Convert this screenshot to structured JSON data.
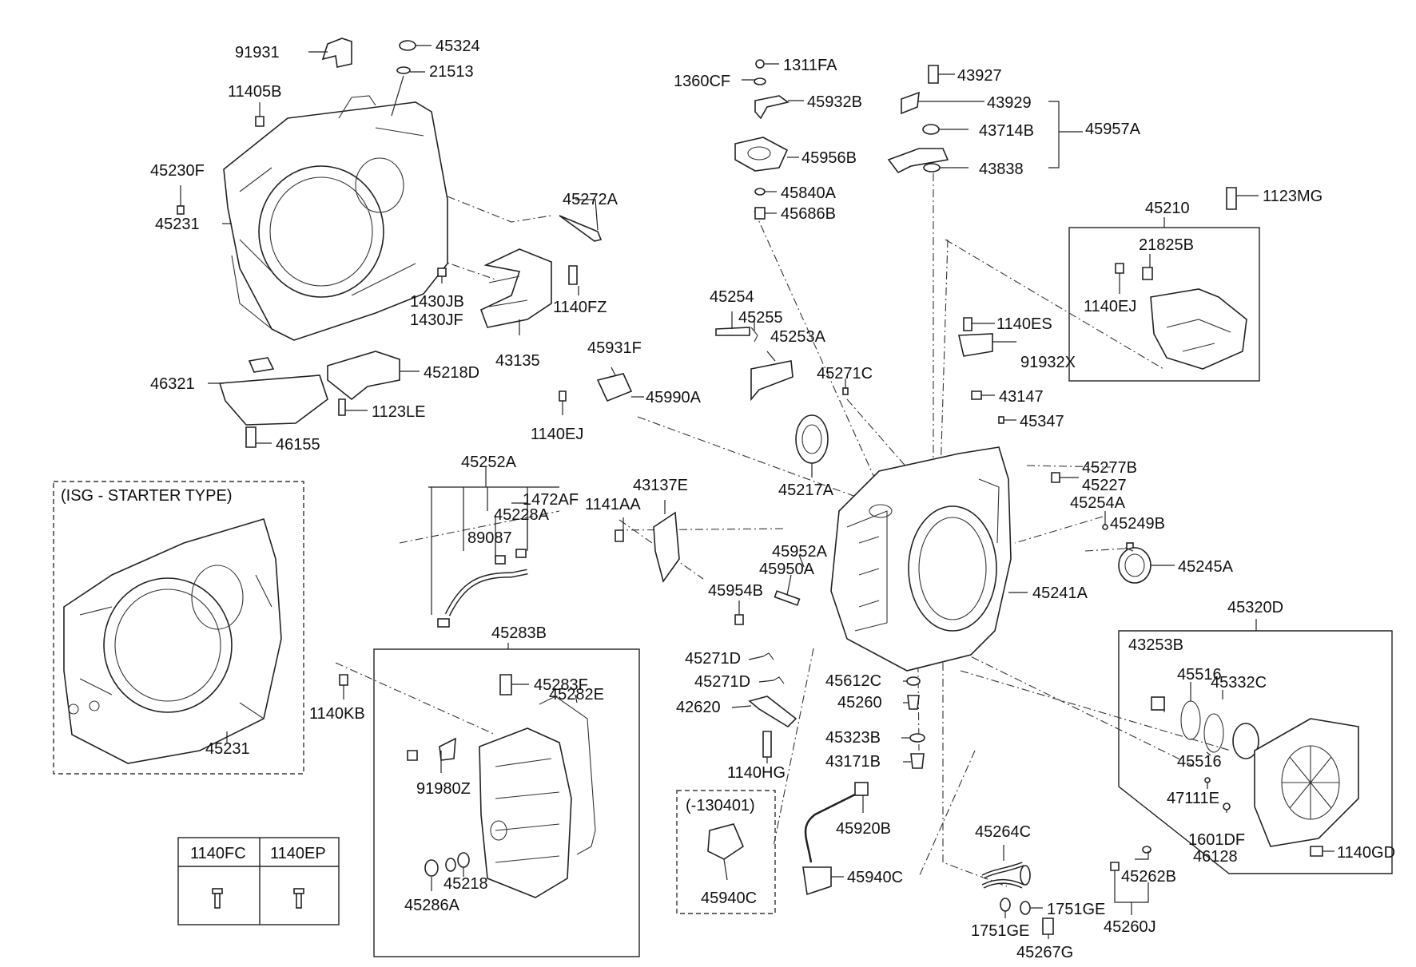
{
  "labels": {
    "L91931": "91931",
    "L45324": "45324",
    "L21513": "21513",
    "L11405B": "11405B",
    "L45230F": "45230F",
    "L45231a": "45231",
    "L45272A": "45272A",
    "L1430JB": "1430JB",
    "L1430JF": "1430JF",
    "L1140FZ": "1140FZ",
    "L43135": "43135",
    "L46321": "46321",
    "L45218D": "45218D",
    "L1123LE": "1123LE",
    "L46155": "46155",
    "L1311FA": "1311FA",
    "L1360CF": "1360CF",
    "L45932B": "45932B",
    "L45956B": "45956B",
    "L45840A": "45840A",
    "L45686B": "45686B",
    "L43927": "43927",
    "L43929": "43929",
    "L43714B": "43714B",
    "L45957A": "45957A",
    "L43838": "43838",
    "L45210": "45210",
    "L1123MG": "1123MG",
    "L21825B": "21825B",
    "L1140EJa": "1140EJ",
    "L45254": "45254",
    "L45255": "45255",
    "L45253A": "45253A",
    "L1140ES": "1140ES",
    "L91932X": "91932X",
    "L45931F": "45931F",
    "L45990A": "45990A",
    "L1140EJb": "1140EJ",
    "L45271C": "45271C",
    "L43147": "43147",
    "L45347": "45347",
    "L45217A": "45217A",
    "L45252A": "45252A",
    "L1472AF": "1472AF",
    "L45228A": "45228A",
    "L89087": "89087",
    "L1141AA": "1141AA",
    "L43137E": "43137E",
    "L45277B": "45277B",
    "L45227": "45227",
    "L45254A": "45254A",
    "L45249B": "45249B",
    "L45245A": "45245A",
    "L45952A": "45952A",
    "L45950A": "45950A",
    "L45954B": "45954B",
    "L45241A": "45241A",
    "L45320D": "45320D",
    "L45283B": "45283B",
    "L45283F": "45283F",
    "L45282E": "45282E",
    "L1140KB": "1140KB",
    "L91980Z": "91980Z",
    "L45218": "45218",
    "L45286A": "45286A",
    "L45271Da": "45271D",
    "L45271Db": "45271D",
    "L42620": "42620",
    "L1140HG": "1140HG",
    "L45612C": "45612C",
    "L45260": "45260",
    "L45323B": "45323B",
    "L43171B": "43171B",
    "L43253B": "43253B",
    "L45516a": "45516",
    "L45332C": "45332C",
    "L45516b": "45516",
    "L47111E": "47111E",
    "L1601DF": "1601DF",
    "L46128": "46128",
    "L1140GD": "1140GD",
    "L130401": "(-130401)",
    "L45940Ca": "45940C",
    "L45920B": "45920B",
    "L45940C": "45940C",
    "L45264C": "45264C",
    "L1751GEa": "1751GE",
    "L1751GEb": "1751GE",
    "L45267G": "45267G",
    "L45262B": "45262B",
    "L45260J": "45260J",
    "L45231b": "45231",
    "LISG": "(ISG - STARTER TYPE)",
    "T1140FC": "1140FC",
    "T1140EP": "1140EP"
  },
  "colors": {
    "line": "#222222",
    "background": "#ffffff"
  }
}
